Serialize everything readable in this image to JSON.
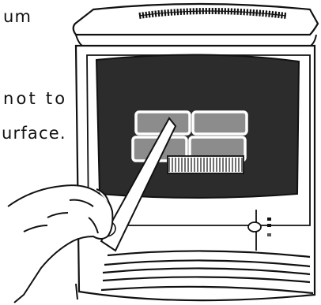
{
  "text_fragments": [
    {
      "id": "frag1",
      "text": "um"
    },
    {
      "id": "frag2",
      "text": "not to"
    },
    {
      "id": "frag3",
      "text": "urface."
    }
  ],
  "illustration": {
    "subject": "heater-front-cleaning-illustration",
    "line_color": "#111111",
    "panel_color": "#2c2c2c",
    "element_color": "#8c8c8c",
    "background_color": "#ffffff"
  }
}
